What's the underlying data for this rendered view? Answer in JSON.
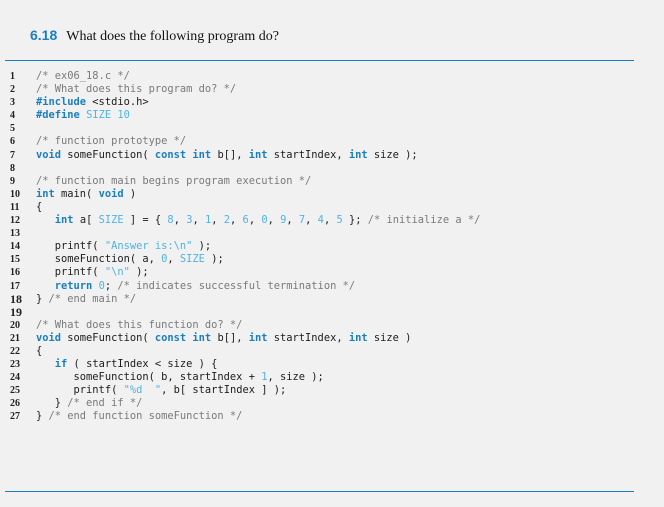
{
  "question": {
    "number": "6.18",
    "text": "What does the following program do?"
  },
  "code": [
    {
      "n": "1",
      "t": [
        [
          "cm",
          "/* ex06_18.c */"
        ]
      ]
    },
    {
      "n": "2",
      "t": [
        [
          "cm",
          "/* What does this program do? */"
        ]
      ]
    },
    {
      "n": "3",
      "t": [
        [
          "kw",
          "#include"
        ],
        [
          "src",
          " <stdio.h>"
        ]
      ]
    },
    {
      "n": "4",
      "t": [
        [
          "kw",
          "#define"
        ],
        [
          "src",
          " "
        ],
        [
          "lit",
          "SIZE 10"
        ]
      ]
    },
    {
      "n": "5",
      "t": []
    },
    {
      "n": "6",
      "t": [
        [
          "cm",
          "/* function prototype */"
        ]
      ]
    },
    {
      "n": "7",
      "t": [
        [
          "kw",
          "void"
        ],
        [
          "src",
          " someFunction( "
        ],
        [
          "kw",
          "const int"
        ],
        [
          "src",
          " b[], "
        ],
        [
          "kw",
          "int"
        ],
        [
          "src",
          " startIndex, "
        ],
        [
          "kw",
          "int"
        ],
        [
          "src",
          " size );"
        ]
      ]
    },
    {
      "n": "8",
      "t": []
    },
    {
      "n": "9",
      "t": [
        [
          "cm",
          "/* function main begins program execution */"
        ]
      ]
    },
    {
      "n": "10",
      "t": [
        [
          "kw",
          "int"
        ],
        [
          "src",
          " main( "
        ],
        [
          "kw",
          "void"
        ],
        [
          "src",
          " )"
        ]
      ]
    },
    {
      "n": "11",
      "t": [
        [
          "src",
          "{"
        ]
      ]
    },
    {
      "n": "12",
      "t": [
        [
          "src",
          "   "
        ],
        [
          "kw",
          "int"
        ],
        [
          "src",
          " a[ "
        ],
        [
          "lit",
          "SIZE"
        ],
        [
          "src",
          " ] = { "
        ],
        [
          "lit",
          "8"
        ],
        [
          "src",
          ", "
        ],
        [
          "lit",
          "3"
        ],
        [
          "src",
          ", "
        ],
        [
          "lit",
          "1"
        ],
        [
          "src",
          ", "
        ],
        [
          "lit",
          "2"
        ],
        [
          "src",
          ", "
        ],
        [
          "lit",
          "6"
        ],
        [
          "src",
          ", "
        ],
        [
          "lit",
          "0"
        ],
        [
          "src",
          ", "
        ],
        [
          "lit",
          "9"
        ],
        [
          "src",
          ", "
        ],
        [
          "lit",
          "7"
        ],
        [
          "src",
          ", "
        ],
        [
          "lit",
          "4"
        ],
        [
          "src",
          ", "
        ],
        [
          "lit",
          "5"
        ],
        [
          "src",
          " }; "
        ],
        [
          "cm",
          "/* initialize a */"
        ]
      ]
    },
    {
      "n": "13",
      "t": []
    },
    {
      "n": "14",
      "t": [
        [
          "src",
          "   printf( "
        ],
        [
          "lit",
          "\"Answer is:\\n\""
        ],
        [
          "src",
          " );"
        ]
      ]
    },
    {
      "n": "15",
      "t": [
        [
          "src",
          "   someFunction( a, "
        ],
        [
          "lit",
          "0"
        ],
        [
          "src",
          ", "
        ],
        [
          "lit",
          "SIZE"
        ],
        [
          "src",
          " );"
        ]
      ]
    },
    {
      "n": "16",
      "t": [
        [
          "src",
          "   printf( "
        ],
        [
          "lit",
          "\"\\n\""
        ],
        [
          "src",
          " );"
        ]
      ]
    },
    {
      "n": "17",
      "t": [
        [
          "src",
          "   "
        ],
        [
          "kw",
          "return"
        ],
        [
          "src",
          " "
        ],
        [
          "lit",
          "0"
        ],
        [
          "src",
          "; "
        ],
        [
          "cm",
          "/* indicates successful termination */"
        ]
      ]
    },
    {
      "n": "18",
      "big": true,
      "t": [
        [
          "src",
          "} "
        ],
        [
          "cm",
          "/* end main */"
        ]
      ]
    },
    {
      "n": "19",
      "big": true,
      "t": []
    },
    {
      "n": "20",
      "t": [
        [
          "cm",
          "/* What does this function do? */"
        ]
      ]
    },
    {
      "n": "21",
      "t": [
        [
          "kw",
          "void"
        ],
        [
          "src",
          " someFunction( "
        ],
        [
          "kw",
          "const int"
        ],
        [
          "src",
          " b[], "
        ],
        [
          "kw",
          "int"
        ],
        [
          "src",
          " startIndex, "
        ],
        [
          "kw",
          "int"
        ],
        [
          "src",
          " size )"
        ]
      ]
    },
    {
      "n": "22",
      "t": [
        [
          "src",
          "{"
        ]
      ]
    },
    {
      "n": "23",
      "t": [
        [
          "src",
          "   "
        ],
        [
          "kw",
          "if"
        ],
        [
          "src",
          " ( startIndex < size ) {"
        ]
      ]
    },
    {
      "n": "24",
      "t": [
        [
          "src",
          "      someFunction( b, startIndex + "
        ],
        [
          "lit",
          "1"
        ],
        [
          "src",
          ", size );"
        ]
      ]
    },
    {
      "n": "25",
      "t": [
        [
          "src",
          "      printf( "
        ],
        [
          "lit",
          "\"%d  \""
        ],
        [
          "src",
          ", b[ startIndex ] );"
        ]
      ]
    },
    {
      "n": "26",
      "t": [
        [
          "src",
          "   } "
        ],
        [
          "cm",
          "/* end if */"
        ]
      ]
    },
    {
      "n": "27",
      "t": [
        [
          "src",
          "} "
        ],
        [
          "cm",
          "/* end function someFunction */"
        ]
      ]
    }
  ]
}
